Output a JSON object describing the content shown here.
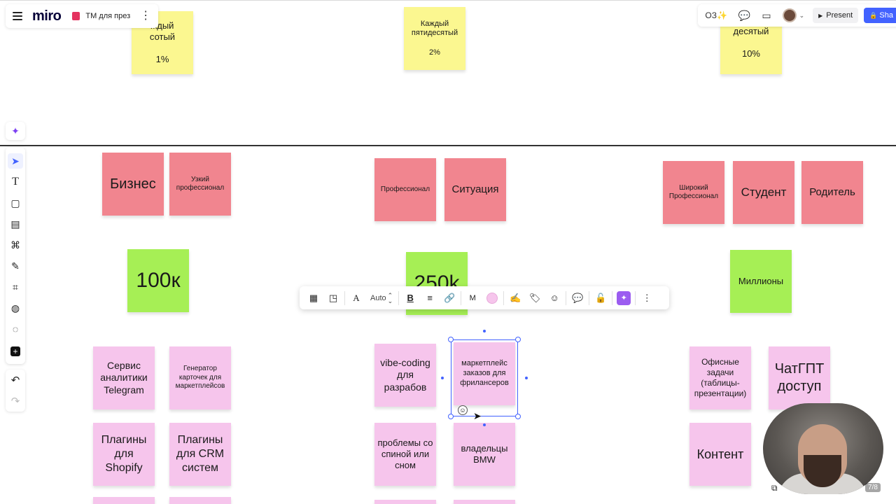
{
  "header": {
    "logo": "miro",
    "board_title": "ТМ для през",
    "present_label": "Present",
    "share_label": "Sha",
    "reactions_label": "ОЗ✨"
  },
  "top_stickies": [
    {
      "text": "ждый\nсотый\n\n1%"
    },
    {
      "text": "Каждый\nпятидесятый\n\n2%"
    },
    {
      "text": "десятый\n\n10%"
    }
  ],
  "personas": [
    {
      "text": "Бизнес"
    },
    {
      "text": "Узкий профессионал"
    },
    {
      "text": "Профессионал"
    },
    {
      "text": "Ситуация"
    },
    {
      "text": "Широкий Профессионал"
    },
    {
      "text": "Студент"
    },
    {
      "text": "Родитель"
    }
  ],
  "markets": [
    {
      "text": "100к"
    },
    {
      "text": "250k"
    },
    {
      "text": "Миллионы"
    }
  ],
  "ideas": [
    {
      "text": "Сервис аналитики Telegram"
    },
    {
      "text": "Генератор карточек для маркетплейсов"
    },
    {
      "text": "vibe-coding для разрабов"
    },
    {
      "text": "маркетплейс заказов для фрилансеров"
    },
    {
      "text": "Офисные задачи (таблицы-презентации)"
    },
    {
      "text": "ЧатГПТ доступ"
    },
    {
      "text": "Плагины для Shopify"
    },
    {
      "text": "Плагины для CRM систем"
    },
    {
      "text": "проблемы со спиной или сном"
    },
    {
      "text": "владельцы BMW"
    },
    {
      "text": "Контент"
    }
  ],
  "context_toolbar": {
    "font_size": "Auto",
    "shape_letter": "M",
    "color": "#f6c5ec"
  },
  "footer": {
    "page_counter": "7/8"
  }
}
